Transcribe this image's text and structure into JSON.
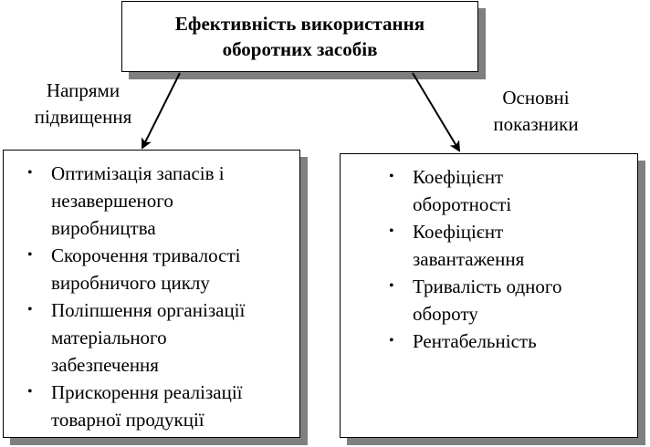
{
  "title": [
    "Ефективність використання",
    "оборотних засобів"
  ],
  "left_label": [
    "Напрями",
    "підвищення"
  ],
  "right_label": [
    "Основні",
    "показники"
  ],
  "left_items": [
    [
      "Оптимізація запасів і",
      "незавершеного",
      "виробництва"
    ],
    [
      "Скорочення тривалості",
      "виробничого циклу"
    ],
    [
      "Поліпшення організації",
      "матеріального",
      "забезпечення"
    ],
    [
      "Прискорення реалізації",
      "товарної продукції"
    ]
  ],
  "right_items": [
    [
      "Коефіцієнт",
      "оборотності"
    ],
    [
      "Коефіцієнт",
      "завантаження"
    ],
    [
      "Тривалість одного",
      "обороту"
    ],
    [
      "Рентабельність"
    ]
  ],
  "bullet": "•"
}
